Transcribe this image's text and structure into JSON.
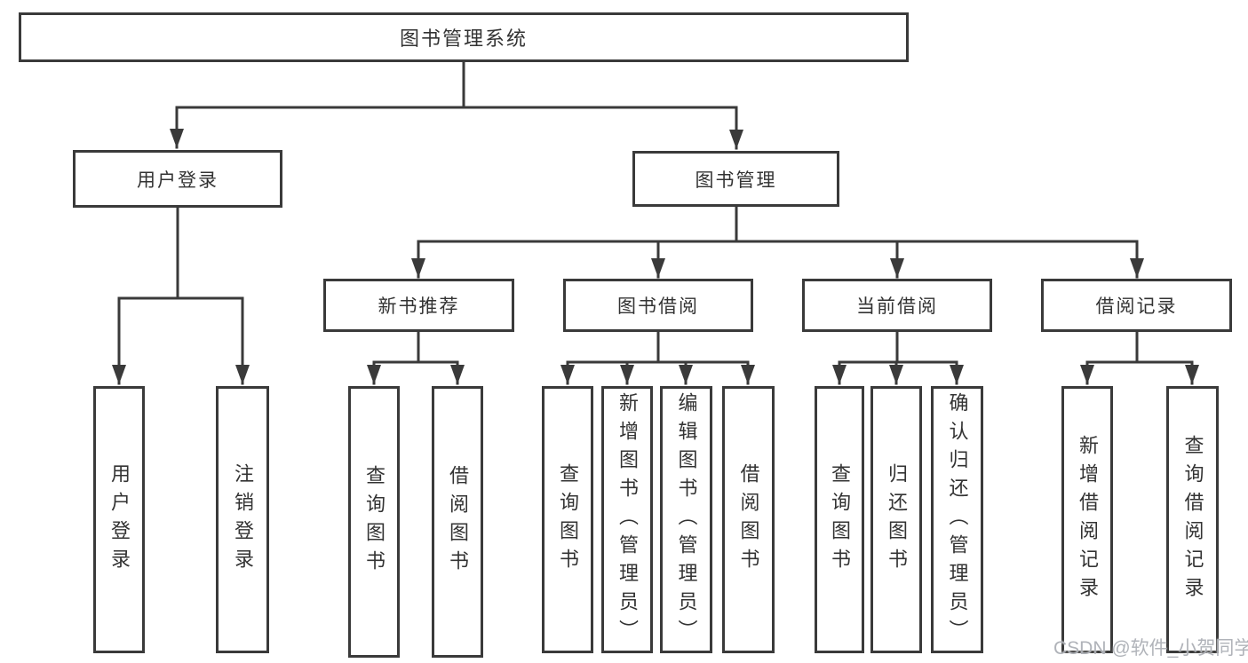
{
  "watermark": "CSDN @软件_小贺同学",
  "colors": {
    "line": "#3a3a3a",
    "text": "#333333",
    "background": "#ffffff",
    "watermark": "#acafb5"
  },
  "nodes": {
    "root": {
      "label": "图书管理系统"
    },
    "user_login_branch": {
      "label": "用户登录"
    },
    "book_mgmt_branch": {
      "label": "图书管理"
    },
    "leaf_user_login": {
      "label": "用户登录"
    },
    "leaf_logout": {
      "label": "注销登录"
    },
    "new_book_rec": {
      "label": "新书推荐"
    },
    "book_borrow": {
      "label": "图书借阅"
    },
    "current_borrow": {
      "label": "当前借阅"
    },
    "borrow_records": {
      "label": "借阅记录"
    },
    "nr_query_books": {
      "label": "查询图书"
    },
    "nr_borrow_books": {
      "label": "借阅图书"
    },
    "bb_query_books": {
      "label": "查询图书"
    },
    "bb_add_books": {
      "label": "新增图书（管理员）"
    },
    "bb_edit_books": {
      "label": "编辑图书（管理员）"
    },
    "bb_borrow_books": {
      "label": "借阅图书"
    },
    "cb_query_books": {
      "label": "查询图书"
    },
    "cb_return_books": {
      "label": "归还图书"
    },
    "cb_confirm_return": {
      "label": "确认归还（管理员）"
    },
    "br_add_record": {
      "label": "新增借阅记录"
    },
    "br_query_record": {
      "label": "查询借阅记录"
    }
  }
}
